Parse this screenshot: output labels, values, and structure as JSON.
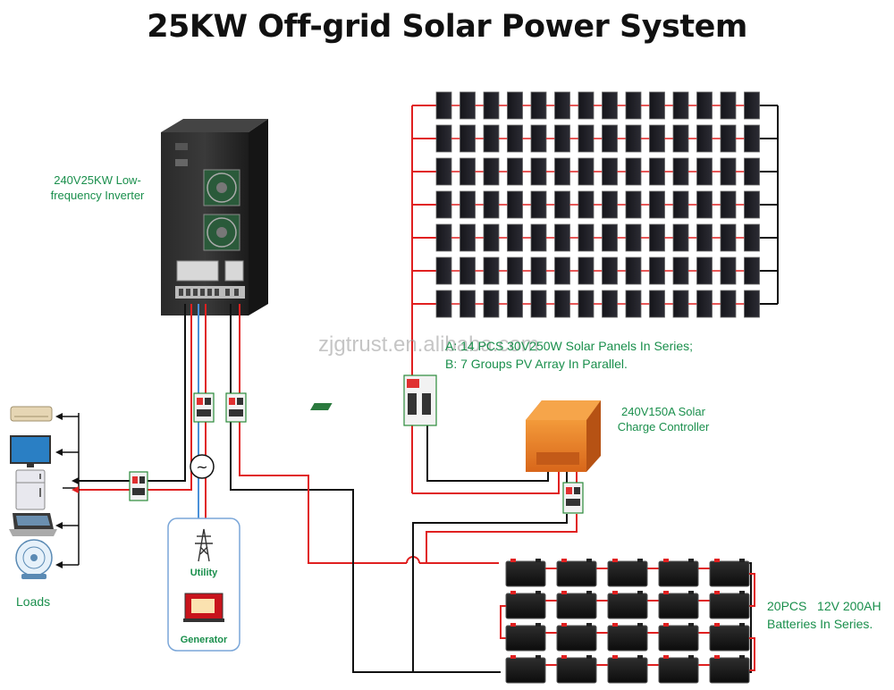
{
  "title": "25KW Off-grid Solar Power System",
  "inverter_label": "240V25KW Low-frequency  Inverter",
  "panel_note_a": "A: 14 PCS 30V250W Solar Panels In Series;",
  "panel_note_b": "B: 7 Groups PV Array In Parallel.",
  "controller_label": "240V150A Solar Charge Controller",
  "battery_label_1": "20PCS   12V 200AH",
  "battery_label_2": "Batteries In Series.",
  "loads_label": "Loads",
  "utility_label": "Utility",
  "generator_label": "Generator",
  "watermark": "zjgtrust.en.alibaba.com",
  "ac_symbol": "~",
  "colors": {
    "title": "#111111",
    "label_green": "#1a8f4c",
    "wire_red": "#e02020",
    "wire_black": "#111111",
    "wire_blue": "#4a90d9"
  },
  "solar_array": {
    "rows": 7,
    "panels_per_row": 14
  },
  "battery_bank": {
    "rows": 4,
    "per_row": 5
  },
  "load_icons": [
    "air-conditioner-icon",
    "monitor-icon",
    "refrigerator-icon",
    "laptop-icon",
    "fan-icon"
  ]
}
